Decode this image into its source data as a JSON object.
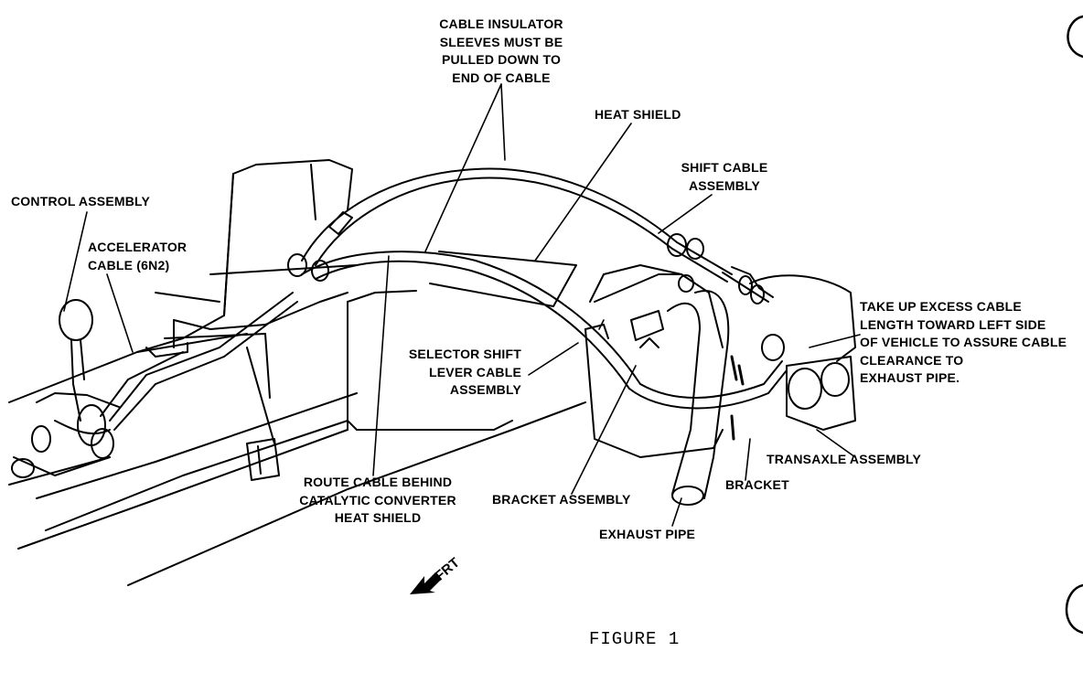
{
  "labels": {
    "cable_insulator": [
      "CABLE INSULATOR",
      "SLEEVES MUST BE",
      "PULLED DOWN TO",
      "END OF CABLE"
    ],
    "heat_shield": [
      "HEAT SHIELD"
    ],
    "shift_cable_assembly": [
      "SHIFT CABLE",
      "ASSEMBLY"
    ],
    "control_assembly": [
      "CONTROL ASSEMBLY"
    ],
    "accelerator_cable": [
      "ACCELERATOR",
      "CABLE (6N2)"
    ],
    "take_up_excess": [
      "TAKE UP EXCESS CABLE",
      "LENGTH TOWARD LEFT SIDE",
      "OF VEHICLE TO ASSURE CABLE",
      "CLEARANCE TO",
      "EXHAUST PIPE."
    ],
    "selector_shift": [
      "SELECTOR SHIFT",
      "LEVER CABLE",
      "ASSEMBLY"
    ],
    "transaxle_assembly": [
      "TRANSAXLE ASSEMBLY"
    ],
    "bracket": [
      "BRACKET"
    ],
    "route_cable": [
      "ROUTE CABLE BEHIND",
      "CATALYTIC CONVERTER",
      "HEAT SHIELD"
    ],
    "bracket_assembly": [
      "BRACKET ASSEMBLY"
    ],
    "exhaust_pipe": [
      "EXHAUST PIPE"
    ]
  },
  "direction_marker": "FRT",
  "figure_caption": "FIGURE 1"
}
